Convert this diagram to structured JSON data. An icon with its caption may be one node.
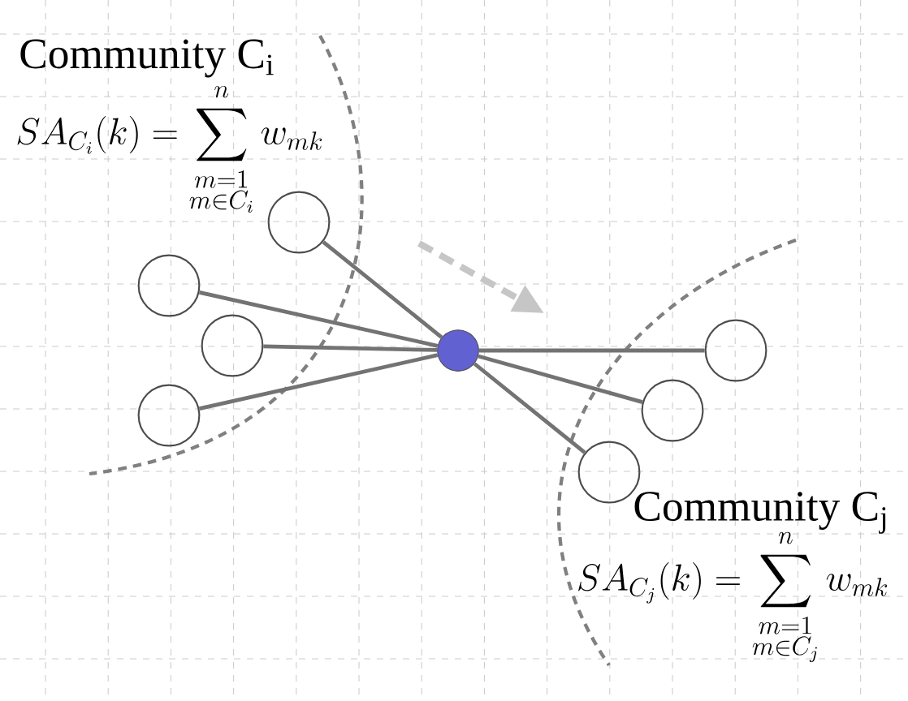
{
  "diagram": {
    "nodes": [
      {
        "text": [],
        "shape": "circle"
      },
      {
        "text": [],
        "shape": "circle"
      },
      {
        "text": [],
        "shape": "circle"
      },
      {
        "text": [],
        "shape": "circle"
      },
      {
        "text": [],
        "shape": "circle"
      },
      {
        "text": [],
        "shape": "circle"
      },
      {
        "text": [],
        "shape": "circle"
      },
      {
        "text": [],
        "shape": "circle"
      }
    ],
    "edges": [
      {
        "from": 0,
        "to": 1,
        "arrow": "none"
      },
      {
        "from": 0,
        "to": 2,
        "arrow": "none"
      },
      {
        "from": 0,
        "to": 3,
        "arrow": "none"
      },
      {
        "from": 0,
        "to": 4,
        "arrow": "none"
      },
      {
        "from": 0,
        "to": 5,
        "arrow": "none"
      },
      {
        "from": 0,
        "to": 6,
        "arrow": "none"
      },
      {
        "from": 0,
        "to": 7,
        "arrow": "none"
      }
    ],
    "labels": [
      "Community C$_{i}$",
      "SA_{C_i}(k) = \\sum_{\\substack{m=1\\\\ m\\in C_i}}^{n} w_{mk}",
      "Community C$_{j}$",
      "SA_{C_j}(k) = \\sum_{\\substack{m=1\\\\ m\\in C_j}}^{n} w_{mk}"
    ]
  }
}
